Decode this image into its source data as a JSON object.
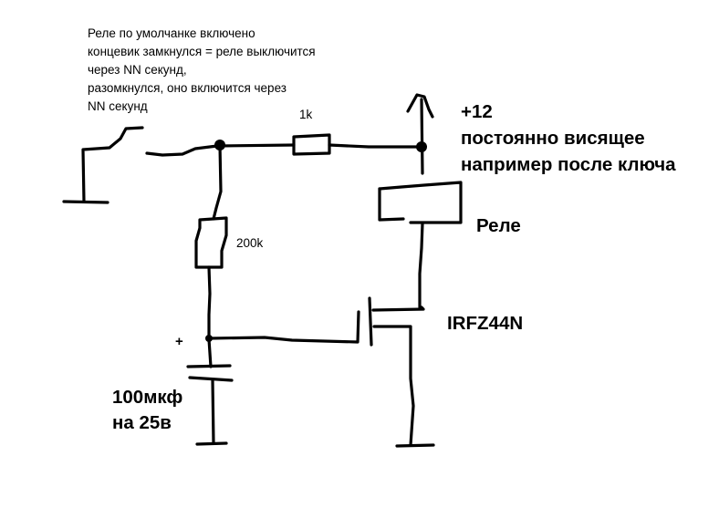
{
  "note_lines": [
    "Реле по умолчанке включено",
    "концевик замкнулся = реле выключится",
    "через NN секунд,",
    "разомкнулся, оно включится через",
    "NN секунд"
  ],
  "components": {
    "r1": "1k",
    "r2": "200k",
    "plus_sign": "+",
    "cap_value": "100мкф",
    "cap_voltage": "на 25в",
    "mosfet": "IRFZ44N",
    "relay": "Реле"
  },
  "supply": {
    "voltage": "+12",
    "desc_line1": "постоянно висящее",
    "desc_line2": "например после ключа"
  }
}
